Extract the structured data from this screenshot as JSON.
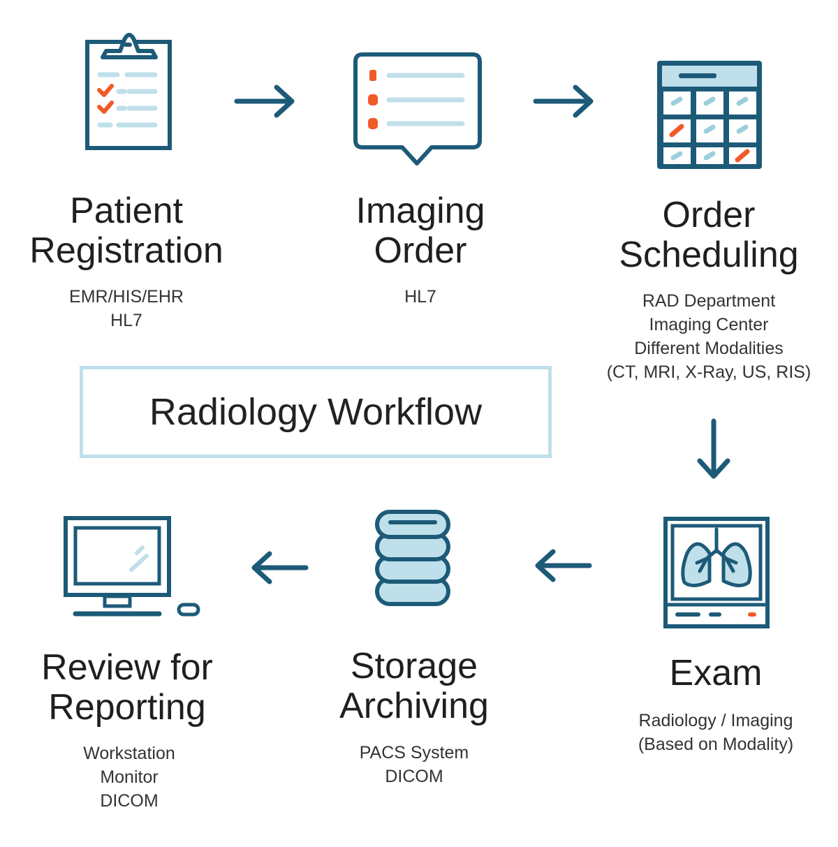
{
  "title": "Radiology Workflow",
  "colors": {
    "dark": "#1d5a78",
    "light": "#bfe0ea",
    "accent": "#f05a28"
  },
  "steps": [
    {
      "icon": "clipboard-checklist-icon",
      "title": [
        "Patient",
        "Registration"
      ],
      "subtitle": [
        "EMR/HIS/EHR",
        "HL7"
      ]
    },
    {
      "icon": "speech-bubble-list-icon",
      "title": [
        "Imaging",
        "Order"
      ],
      "subtitle": [
        "HL7"
      ]
    },
    {
      "icon": "calendar-icon",
      "title": [
        "Order",
        "Scheduling"
      ],
      "subtitle": [
        "RAD Department",
        "Imaging Center",
        "Different Modalities",
        "(CT, MRI, X-Ray, US, RIS)"
      ]
    },
    {
      "icon": "xray-lungs-icon",
      "title": [
        "Exam"
      ],
      "subtitle": [
        "Radiology / Imaging",
        "(Based on Modality)"
      ]
    },
    {
      "icon": "database-icon",
      "title": [
        "Storage",
        "Archiving"
      ],
      "subtitle": [
        "PACS System",
        "DICOM"
      ]
    },
    {
      "icon": "workstation-monitor-icon",
      "title": [
        "Review for",
        "Reporting"
      ],
      "subtitle": [
        "Workstation",
        "Monitor",
        "DICOM"
      ]
    }
  ],
  "connectors": [
    "right-arrow",
    "right-arrow",
    "down-arrow",
    "left-arrow",
    "left-arrow"
  ]
}
